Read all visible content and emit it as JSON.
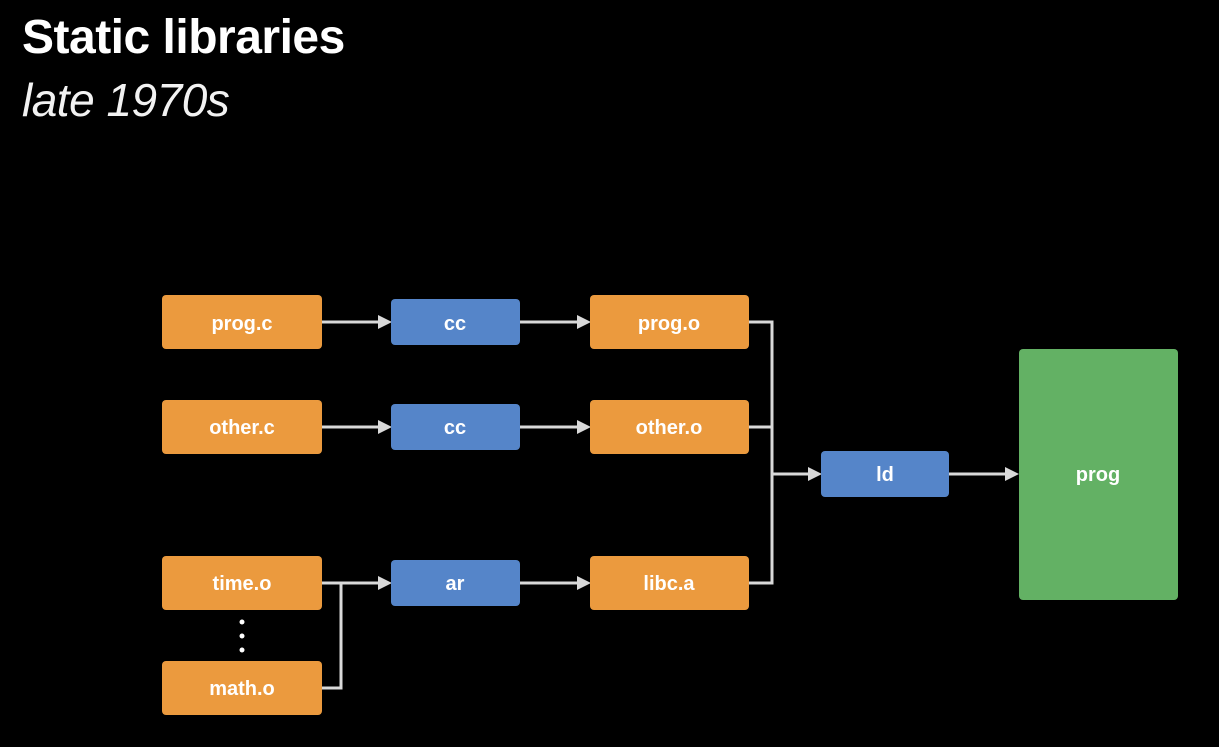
{
  "slide": {
    "title": "Static libraries",
    "subtitle": "late 1970s"
  },
  "colors": {
    "background": "#000000",
    "file": "#EB9A3E",
    "tool": "#5585C9",
    "output": "#63B164",
    "edge": "#D9D9D9"
  },
  "nodes": {
    "prog_c": "prog.c",
    "cc_1": "cc",
    "prog_o": "prog.o",
    "other_c": "other.c",
    "cc_2": "cc",
    "other_o": "other.o",
    "time_o": "time.o",
    "math_o": "math.o",
    "ar": "ar",
    "libc_a": "libc.a",
    "ld": "ld",
    "prog": "prog"
  }
}
